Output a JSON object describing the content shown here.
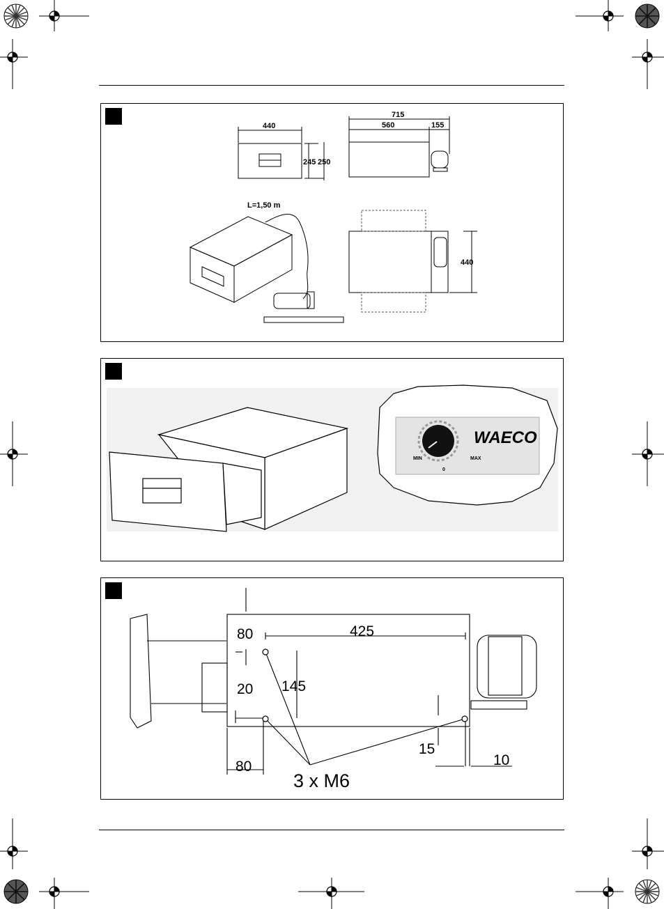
{
  "figure1": {
    "front_width": "440",
    "front_height_inner": "245",
    "front_height_outer": "250",
    "side_total": "715",
    "side_body": "560",
    "side_compressor": "155",
    "cable_length": "L=1,50 m",
    "top_width": "440"
  },
  "figure2": {
    "brand": "WAECO",
    "knob_min": "MIN",
    "knob_max": "MAX",
    "knob_off": "0"
  },
  "figure3": {
    "dim_top_offset": "80",
    "dim_hole_span": "425",
    "dim_hole_vertical": "145",
    "dim_bottom_offset": "20",
    "dim_left_offset": "80",
    "dim_right_edge": "15",
    "dim_gap": "10",
    "screws": "3 x M6"
  }
}
